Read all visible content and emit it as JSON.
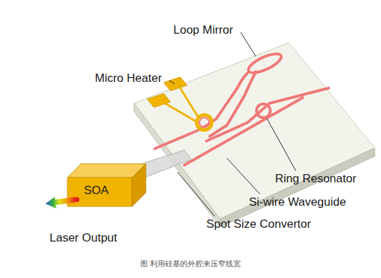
{
  "diagram": {
    "caption": "图 利用硅基的外腔来压窄线宽",
    "nodes": [
      {
        "text": [
          "SOA"
        ]
      }
    ],
    "labels": [
      "Loop Mirror",
      "Micro Heater",
      "Ring Resonator",
      "Si-wire Waveguide",
      "Spot Size Convertor",
      "Laser Output"
    ]
  }
}
